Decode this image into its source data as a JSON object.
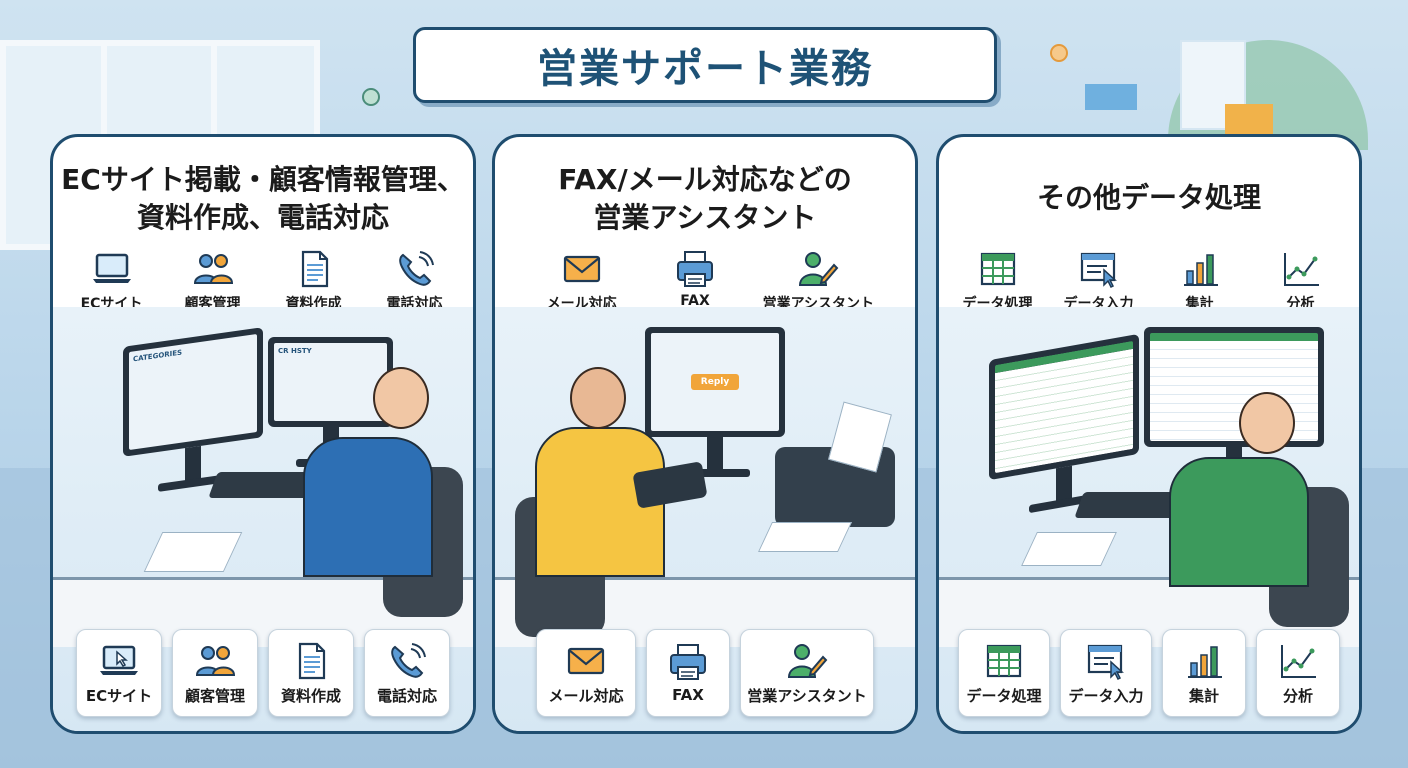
{
  "title": "営業サポート業務",
  "panels": [
    {
      "heading_lines": [
        "ECサイト掲載・顧客情報管理、",
        "資料作成、電話対応"
      ],
      "icons": [
        {
          "label": "ECサイト",
          "icon": "laptop-icon"
        },
        {
          "label": "顧客管理",
          "icon": "people-icon"
        },
        {
          "label": "資料作成",
          "icon": "document-icon"
        },
        {
          "label": "電話対応",
          "icon": "phone-icon"
        }
      ],
      "screen_texts": [
        "CATEGORIES",
        "CR HSTY"
      ],
      "cards": [
        {
          "label": "ECサイト",
          "icon": "laptop-cursor-icon"
        },
        {
          "label": "顧客管理",
          "icon": "people-icon"
        },
        {
          "label": "資料作成",
          "icon": "document-icon"
        },
        {
          "label": "電話対応",
          "icon": "phone-icon"
        }
      ]
    },
    {
      "heading_lines": [
        "FAX/メール対応などの",
        "営業アシスタント"
      ],
      "icons": [
        {
          "label": "メール対応",
          "icon": "envelope-icon"
        },
        {
          "label": "FAX",
          "icon": "fax-icon"
        },
        {
          "label": "営業アシスタント",
          "icon": "assistant-icon"
        }
      ],
      "screen_texts": [
        "Reply"
      ],
      "cards": [
        {
          "label": "メール対応",
          "icon": "envelope-icon"
        },
        {
          "label": "FAX",
          "icon": "fax-icon"
        },
        {
          "label": "営業アシスタント",
          "icon": "assistant-icon"
        }
      ]
    },
    {
      "heading_lines": [
        "その他データ処理"
      ],
      "icons": [
        {
          "label": "データ処理",
          "icon": "spreadsheet-icon"
        },
        {
          "label": "データ入力",
          "icon": "data-entry-icon"
        },
        {
          "label": "集計",
          "icon": "bar-chart-icon"
        },
        {
          "label": "分析",
          "icon": "line-chart-icon"
        }
      ],
      "screen_texts": [],
      "cards": [
        {
          "label": "データ処理",
          "icon": "spreadsheet-icon"
        },
        {
          "label": "データ入力",
          "icon": "data-entry-icon"
        },
        {
          "label": "集計",
          "icon": "bar-chart-icon"
        },
        {
          "label": "分析",
          "icon": "line-chart-icon"
        }
      ]
    }
  ],
  "colors": {
    "frame": "#1f4d6f",
    "title_text": "#1e5276",
    "accent_orange": "#f1a53a",
    "accent_green": "#3c9a5c",
    "accent_blue": "#2d6fb4"
  }
}
